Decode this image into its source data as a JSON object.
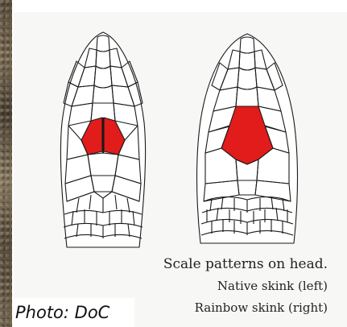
{
  "caption": {
    "line1": "Scale patterns on head.",
    "line2": "Native skink (left)",
    "line3": "Rainbow skink (right)"
  },
  "credit": "Photo: DoC",
  "colors": {
    "highlight": "#e21b1b",
    "outline": "#1a1a1a",
    "background": "#f7f7f6"
  }
}
